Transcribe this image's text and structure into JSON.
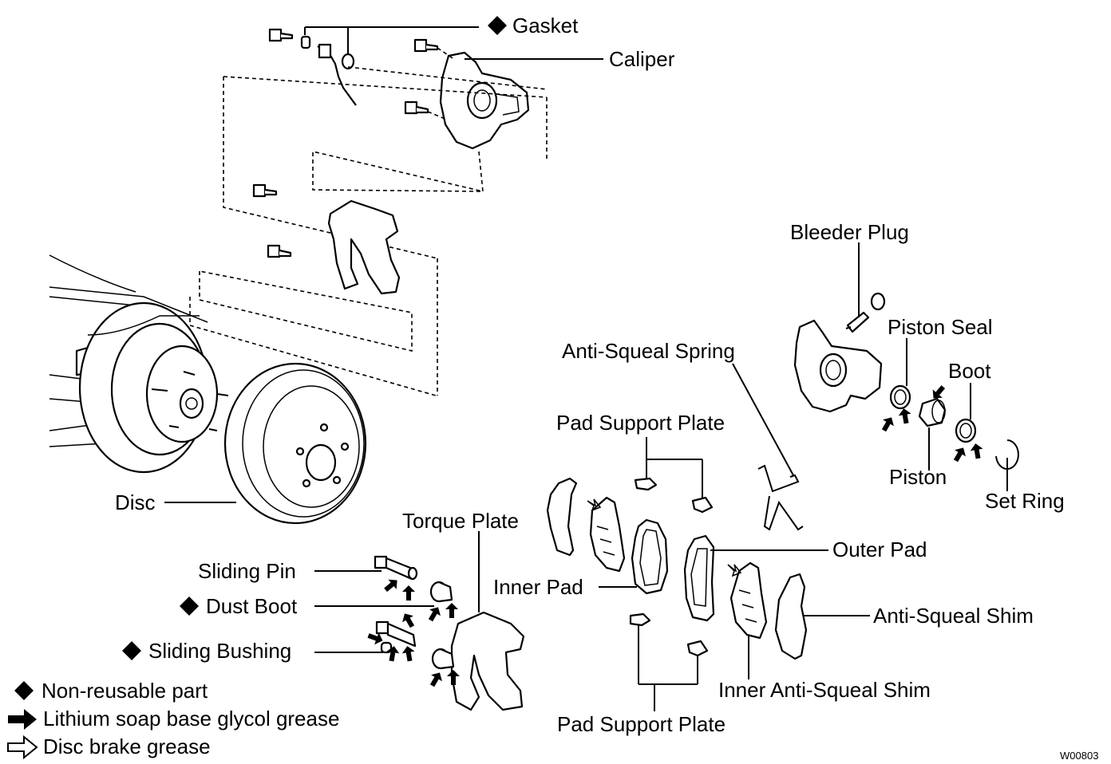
{
  "figure_code": "W00803",
  "labels": {
    "gasket": "Gasket",
    "caliper": "Caliper",
    "bleeder_plug": "Bleeder Plug",
    "piston_seal": "Piston Seal",
    "boot": "Boot",
    "piston": "Piston",
    "set_ring": "Set Ring",
    "anti_squeal_spring": "Anti-Squeal Spring",
    "pad_support_plate_top": "Pad Support Plate",
    "pad_support_plate_bottom": "Pad Support Plate",
    "disc": "Disc",
    "torque_plate": "Torque Plate",
    "sliding_pin": "Sliding Pin",
    "dust_boot": "Dust Boot",
    "sliding_bushing": "Sliding Bushing",
    "inner_pad": "Inner Pad",
    "outer_pad": "Outer Pad",
    "anti_squeal_shim": "Anti-Squeal Shim",
    "inner_anti_squeal_shim": "Inner Anti-Squeal Shim"
  },
  "legend": [
    {
      "symbol": "diamond-filled-icon",
      "text": "Non-reusable part"
    },
    {
      "symbol": "arrow-filled-icon",
      "text": "Lithium soap base glycol grease"
    },
    {
      "symbol": "arrow-outline-icon",
      "text": "Disc brake grease"
    }
  ]
}
